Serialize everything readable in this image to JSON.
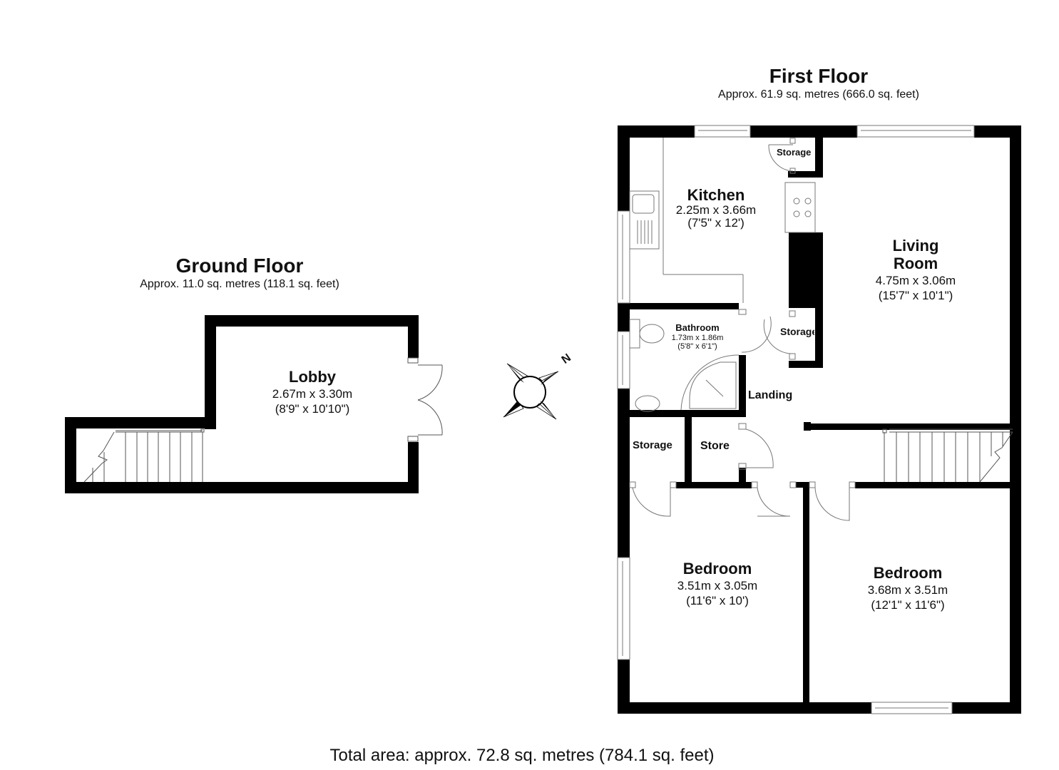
{
  "ground_floor": {
    "title": "Ground Floor",
    "area": "Approx. 11.0 sq. metres (118.1 sq. feet)",
    "rooms": [
      {
        "name": "Lobby",
        "metric": "2.67m x 3.30m",
        "imperial": "(8'9\" x 10'10\")"
      }
    ]
  },
  "first_floor": {
    "title": "First Floor",
    "area": "Approx. 61.9 sq. metres (666.0 sq. feet)",
    "rooms": [
      {
        "name": "Kitchen",
        "metric": "2.25m x 3.66m",
        "imperial": "(7'5\" x 12')"
      },
      {
        "name": "Living",
        "name2": "Room",
        "metric": "4.75m x 3.06m",
        "imperial": "(15'7\" x 10'1\")"
      },
      {
        "name": "Bathroom",
        "metric": "1.73m x 1.86m",
        "imperial": "(5'8\" x 6'1\")"
      },
      {
        "name": "Bedroom",
        "metric": "3.51m x 3.05m",
        "imperial": "(11'6\" x 10')"
      },
      {
        "name": "Bedroom",
        "metric": "3.68m x 3.51m",
        "imperial": "(12'1\" x 11'6\")"
      }
    ],
    "labels": {
      "storage_kitchen": "Storage",
      "storage_living": "Storage",
      "landing": "Landing",
      "storage_left": "Storage",
      "store": "Store"
    }
  },
  "compass": {
    "north_label": "N"
  },
  "total_area": "Total area: approx. 72.8 sq. metres (784.1 sq. feet)"
}
